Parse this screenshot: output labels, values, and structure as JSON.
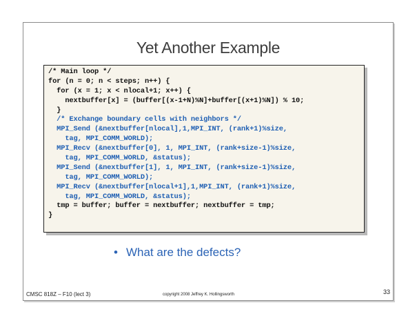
{
  "slide": {
    "title": "Yet Another Example",
    "code_lines": [
      {
        "text": "/* Main loop */",
        "color": "black"
      },
      {
        "text": "for (n = 0; n < steps; n++) {",
        "color": "black"
      },
      {
        "text": "  for (x = 1; x < nlocal+1; x++) {",
        "color": "black"
      },
      {
        "text": "    nextbuffer[x] = (buffer[(x-1+N)%N]+buffer[(x+1)%N]) % 10;",
        "color": "black"
      },
      {
        "text": "  }",
        "color": "black"
      },
      {
        "text": "  /* Exchange boundary cells with neighbors */",
        "color": "blue"
      },
      {
        "text": "  MPI_Send (&nextbuffer[nlocal],1,MPI_INT, (rank+1)%size,",
        "color": "blue"
      },
      {
        "text": "    tag, MPI_COMM_WORLD);",
        "color": "blue"
      },
      {
        "text": "  MPI_Recv (&nextbuffer[0], 1, MPI_INT, (rank+size-1)%size,",
        "color": "blue"
      },
      {
        "text": "    tag, MPI_COMM_WORLD, &status);",
        "color": "blue"
      },
      {
        "text": "  MPI_Send (&nextbuffer[1], 1, MPI_INT, (rank+size-1)%size,",
        "color": "blue"
      },
      {
        "text": "    tag, MPI_COMM_WORLD);",
        "color": "blue"
      },
      {
        "text": "  MPI_Recv (&nextbuffer[nlocal+1],1,MPI_INT, (rank+1)%size,",
        "color": "blue"
      },
      {
        "text": "    tag, MPI_COMM_WORLD, &status);",
        "color": "blue"
      },
      {
        "text": "  tmp = buffer; buffer = nextbuffer; nextbuffer = tmp;",
        "color": "black"
      },
      {
        "text": "}",
        "color": "black"
      }
    ],
    "bullet": "What are the defects?",
    "footer_left": "CMSC 818Z – F10  (lect 3)",
    "footer_center": "copyright 2008 Jeffrey K. Hollingsworth",
    "page_number": "33"
  },
  "colors": {
    "code_blue": "#1f5fb3",
    "bullet_blue": "#2b63b5",
    "code_background": "#f7f4eb",
    "title_gray": "#3d3d3d"
  }
}
